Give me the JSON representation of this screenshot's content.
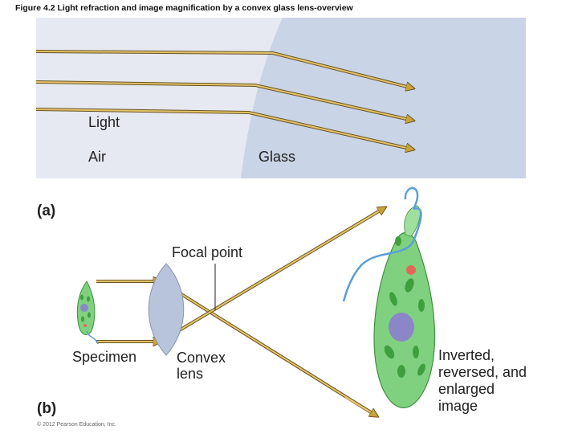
{
  "figure": {
    "title": "Figure 4.2 Light refraction and image magnification by a convex glass lens-overview",
    "copyright": "© 2012 Pearson Education, Inc."
  },
  "panel_a": {
    "part_label": "(a)",
    "light_label": "Light",
    "air_label": "Air",
    "glass_label": "Glass"
  },
  "panel_b": {
    "part_label": "(b)",
    "focal_point_label": "Focal point",
    "specimen_label": "Specimen",
    "lens_label_line1": "Convex",
    "lens_label_line2": "lens",
    "image_label_line1": "Inverted,",
    "image_label_line2": "reversed, and",
    "image_label_line3": "enlarged",
    "image_label_line4": "image"
  },
  "colors": {
    "air": "#e6e9f2",
    "glass": "#c9d4e6",
    "ray": "#c9a23a",
    "ray_dark": "#6b5420",
    "cell_body": "#7fd17f",
    "nucleus": "#8b86c8",
    "eyespot": "#e06a5a",
    "flagellum": "#5a9fd6",
    "lens": "#b8c4dc"
  },
  "icons": {
    "specimen": "euglena-cell-icon",
    "image": "enlarged-euglena-icon",
    "lens": "convex-lens-icon"
  }
}
